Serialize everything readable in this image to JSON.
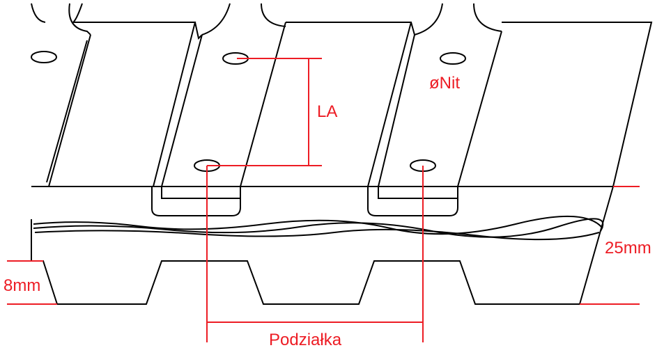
{
  "labels": {
    "la": "LA",
    "rivet_diameter": "øNit",
    "total_height": "25mm",
    "tooth_height": "8mm",
    "pitch": "Podziałka"
  },
  "colors": {
    "outline": "#000000",
    "dimension": "#ed1c24"
  }
}
